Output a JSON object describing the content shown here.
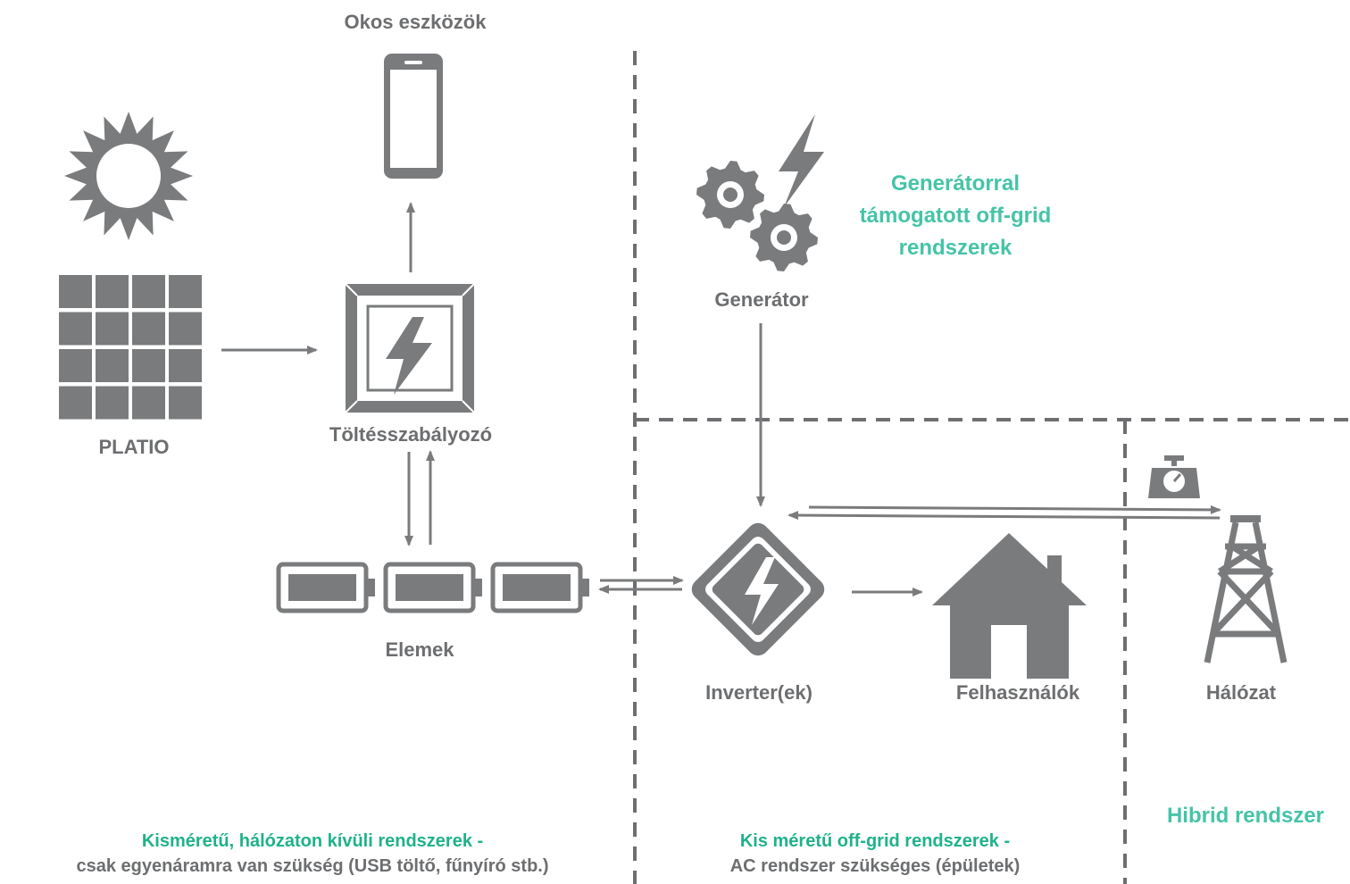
{
  "colors": {
    "icon": "#7a7b7d",
    "text": "#6d6e70",
    "accent": "#1fb28a",
    "accent_light": "#45c4a7"
  },
  "labels": {
    "smart_devices": "Okos eszközök",
    "panel": "PLATIO",
    "charge_controller": "Töltésszabályozó",
    "batteries": "Elemek",
    "generator": "Generátor",
    "inverter": "Inverter(ek)",
    "consumers": "Felhasználók",
    "grid": "Hálózat"
  },
  "sections": {
    "generator_offgrid": "Generátorral támogatott off-grid rendszerek",
    "hybrid": "Hibrid rendszer",
    "small_dc_title": "Kisméretű, hálózaton kívüli rendszerek -",
    "small_dc_desc": "csak egyenáramra van szükség (USB töltő, fűnyíró stb.)",
    "small_ac_title": "Kis méretű off-grid rendszerek -",
    "small_ac_desc": "AC rendszer szükséges (épületek)"
  },
  "icons": [
    "sun-icon",
    "solar-panel-icon",
    "smartphone-icon",
    "charge-controller-icon",
    "battery-icon",
    "generator-gears-icon",
    "lightning-icon",
    "inverter-icon",
    "house-icon",
    "meter-scale-icon",
    "power-tower-icon"
  ]
}
